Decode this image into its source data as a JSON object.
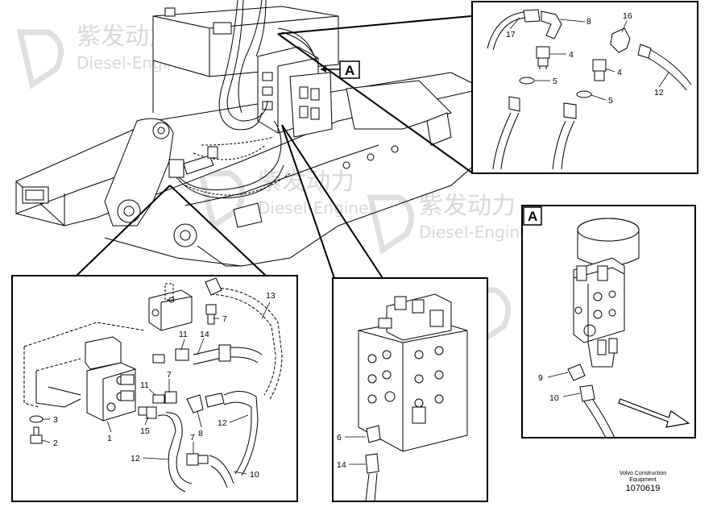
{
  "view_markers": {
    "main": "A",
    "detail": "A"
  },
  "detail_top_right": {
    "callouts": [
      "17",
      "8",
      "4",
      "5",
      "16",
      "4",
      "5",
      "12"
    ]
  },
  "detail_bottom_left": {
    "callouts": [
      "13",
      "7",
      "11",
      "14",
      "7",
      "11",
      "3",
      "2",
      "1",
      "15",
      "8",
      "12",
      "7",
      "12",
      "10"
    ]
  },
  "detail_bottom_middle": {
    "callouts": [
      "6",
      "14"
    ]
  },
  "detail_right": {
    "callouts": [
      "9",
      "10"
    ]
  },
  "footer": {
    "company_line1": "Volvo Construction",
    "company_line2": "Equipment",
    "figure_number": "1070619"
  },
  "watermark": {
    "text_cn": "紫发动力",
    "text_en": "Diesel-Engines"
  }
}
